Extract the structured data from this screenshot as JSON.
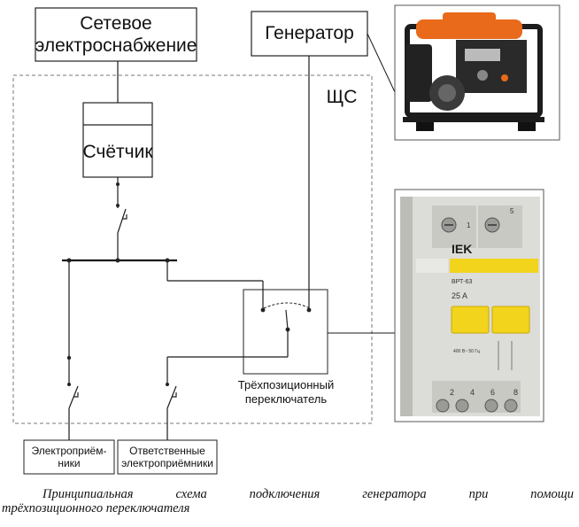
{
  "labels": {
    "network": "Сетевое электроснабжение",
    "generator": "Генератор",
    "meter": "Счётчик",
    "panel": "ЩС",
    "switch": "Трёхпозиционный переключатель",
    "consumers": "Электроприём-ники",
    "critical_consumers": "Ответственные электроприёмники"
  },
  "breaker_markings": {
    "brand": "IEK",
    "model": "ВРТ-63",
    "rating": "25 A",
    "terminals_top": [
      "1",
      "5"
    ],
    "terminals_bottom": [
      "2",
      "4",
      "6",
      "8"
    ],
    "spec": "400 В~ 50 Гц"
  },
  "caption": {
    "line1_words": [
      "Принципиальная",
      "схема",
      "подключения",
      "генератора",
      "при",
      "помощи"
    ],
    "line2": "трёхпозиционного переключателя"
  },
  "colors": {
    "line": "#1a1a1a",
    "dashed": "#777777",
    "breaker_body": "#dcdcd8",
    "breaker_yellow": "#f2d41c",
    "generator_frame": "#e86a1a"
  }
}
